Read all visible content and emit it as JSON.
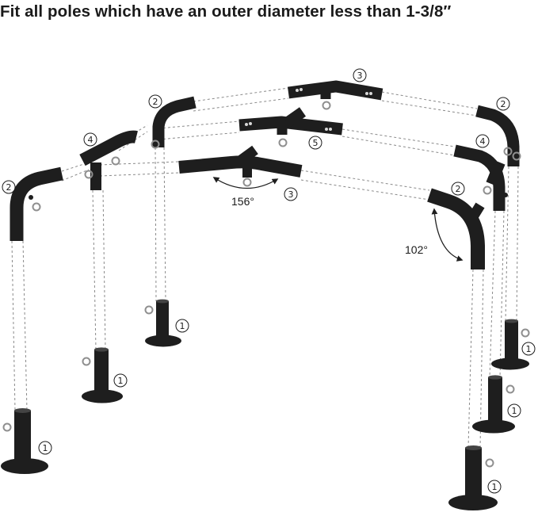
{
  "title": "Fit all poles which have an outer diameter less than 1-3/8″",
  "angles": {
    "center_y_fitting": "156°",
    "corner_bend": "102°"
  },
  "part_numbers": {
    "p1": "1",
    "p2": "2",
    "p3": "3",
    "p4": "4",
    "p5": "5"
  },
  "icons": {
    "callout": "circled-number",
    "eyebolt": "eye-bolt-icon"
  }
}
